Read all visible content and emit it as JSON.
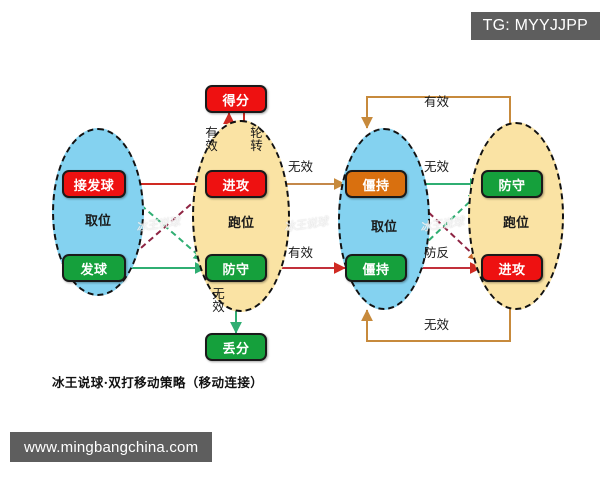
{
  "watermarks": {
    "telegram_chip": "TG: MYYJJPP",
    "site_chip": "www.mingbangchina.com",
    "diagram_watermark": "冰王说球"
  },
  "caption": "冰王说球·双打移动策略（移动连接）",
  "colors": {
    "red_node": "#ee1111",
    "green_node": "#15a03c",
    "orange_node": "#d9700f",
    "blue_zone": "#84d2f0",
    "yellow_zone": "#fae3a4",
    "edge_red": "#d02a22",
    "edge_green": "#2fae72",
    "edge_brown": "#c78a3c",
    "edge_dashed_green": "#2fae72",
    "edge_dashed_maroon": "#8e2342",
    "chip_bg": "#5e5e5e"
  },
  "zones": [
    {
      "id": "zone-1",
      "label": "取位",
      "fill": "blue"
    },
    {
      "id": "zone-2",
      "label": "跑位",
      "fill": "yellow"
    },
    {
      "id": "zone-3",
      "label": "取位",
      "fill": "blue"
    },
    {
      "id": "zone-4",
      "label": "跑位",
      "fill": "yellow"
    }
  ],
  "nodes": [
    {
      "id": "score",
      "label": "得分",
      "color": "red"
    },
    {
      "id": "lose",
      "label": "丢分",
      "color": "green"
    },
    {
      "id": "receive",
      "label": "接发球",
      "color": "red"
    },
    {
      "id": "serve",
      "label": "发球",
      "color": "green"
    },
    {
      "id": "attack-1",
      "label": "进攻",
      "color": "red"
    },
    {
      "id": "defend-1",
      "label": "防守",
      "color": "green"
    },
    {
      "id": "stalemate-1",
      "label": "僵持",
      "color": "orange"
    },
    {
      "id": "stalemate-2",
      "label": "僵持",
      "color": "green"
    },
    {
      "id": "defend-2",
      "label": "防守",
      "color": "green"
    },
    {
      "id": "attack-2",
      "label": "进攻",
      "color": "red"
    }
  ],
  "edge_labels": {
    "score_up": "有效",
    "score_down": "轮转",
    "lose_down": "无效",
    "attack1_to_stalemate1": "无效",
    "defend1_to_stalemate2": "有效",
    "stalemate1_to_defend2": "无效",
    "stalemate2_to_attack2": "防反",
    "loop_top": "有效",
    "loop_bottom": "无效"
  }
}
